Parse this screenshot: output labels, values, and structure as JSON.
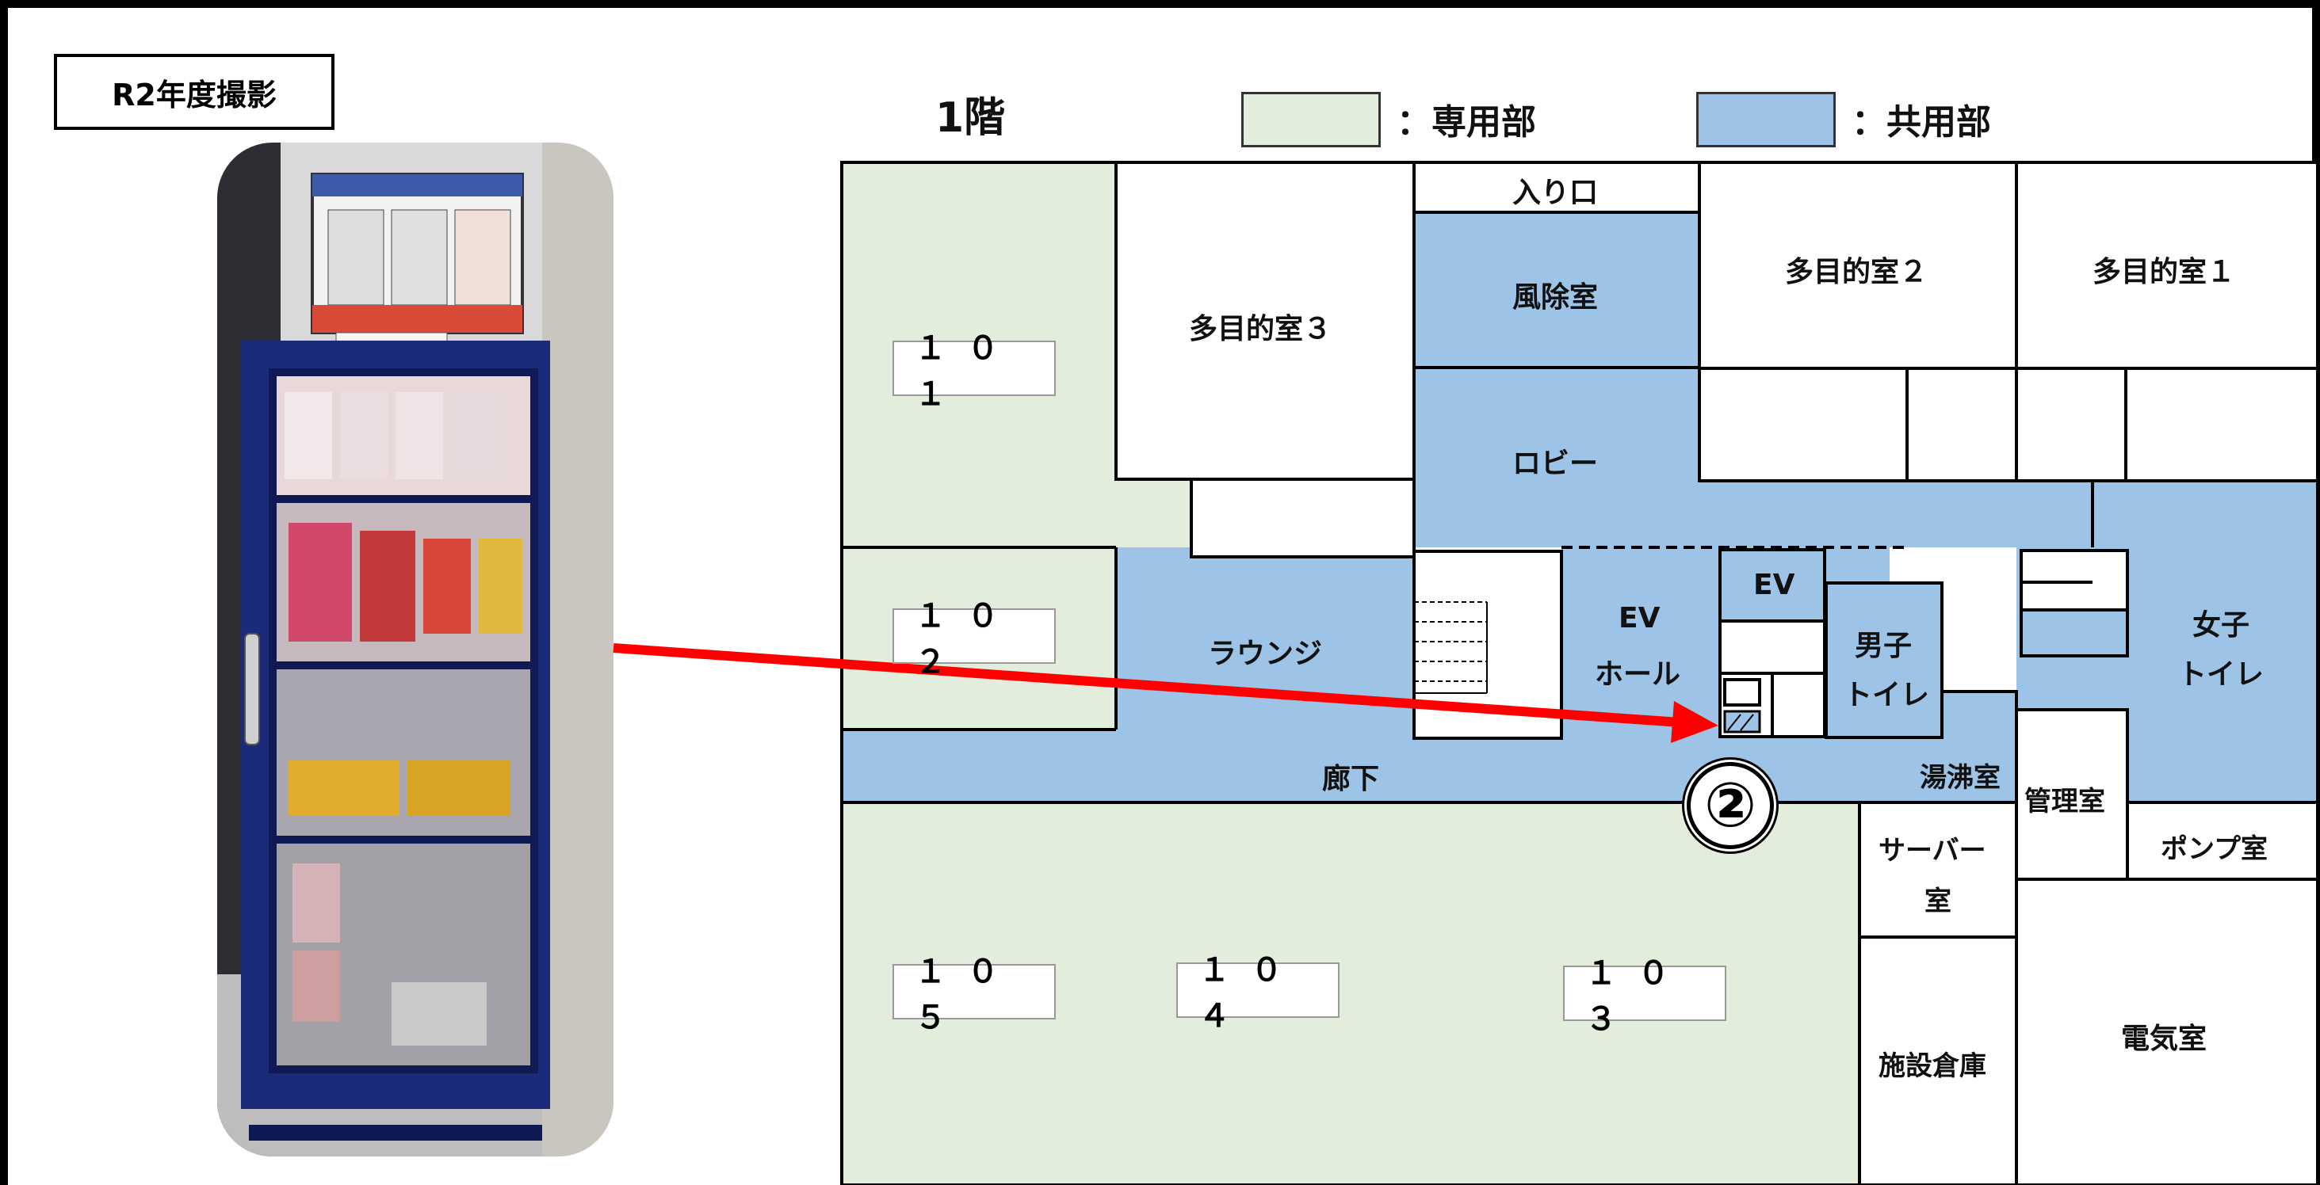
{
  "photo_caption": "R2年度撮影",
  "floor_title": "1階",
  "legend": {
    "private": {
      "label": "：専用部",
      "color": "#e2eedb"
    },
    "common": {
      "label": "：共用部",
      "color": "#9dc3e6"
    }
  },
  "rooms": {
    "r101": "１０１",
    "r102": "１０２",
    "r103": "１０３",
    "r104": "１０４",
    "r105": "１０５",
    "entrance": "入り口",
    "windbreak": "風除室",
    "multi1": "多目的室１",
    "multi2": "多目的室２",
    "multi3": "多目的室３",
    "lobby": "ロビー",
    "lounge": "ラウンジ",
    "ev_hall_1": "EV",
    "ev_hall_2": "ホール",
    "ev": "EV",
    "mens_1": "男子",
    "mens_2": "トイレ",
    "womens_1": "女子",
    "womens_2": "トイレ",
    "corridor": "廊下",
    "kettle": "湯沸室",
    "mgmt": "管理室",
    "pump": "ポンプ室",
    "server_1": "サーバー",
    "server_2": "室",
    "storage": "施設倉庫",
    "electric": "電気室"
  },
  "marker_label": "②",
  "colors": {
    "arrow": "#ff0000",
    "cabinet": "#1c2a7a"
  }
}
